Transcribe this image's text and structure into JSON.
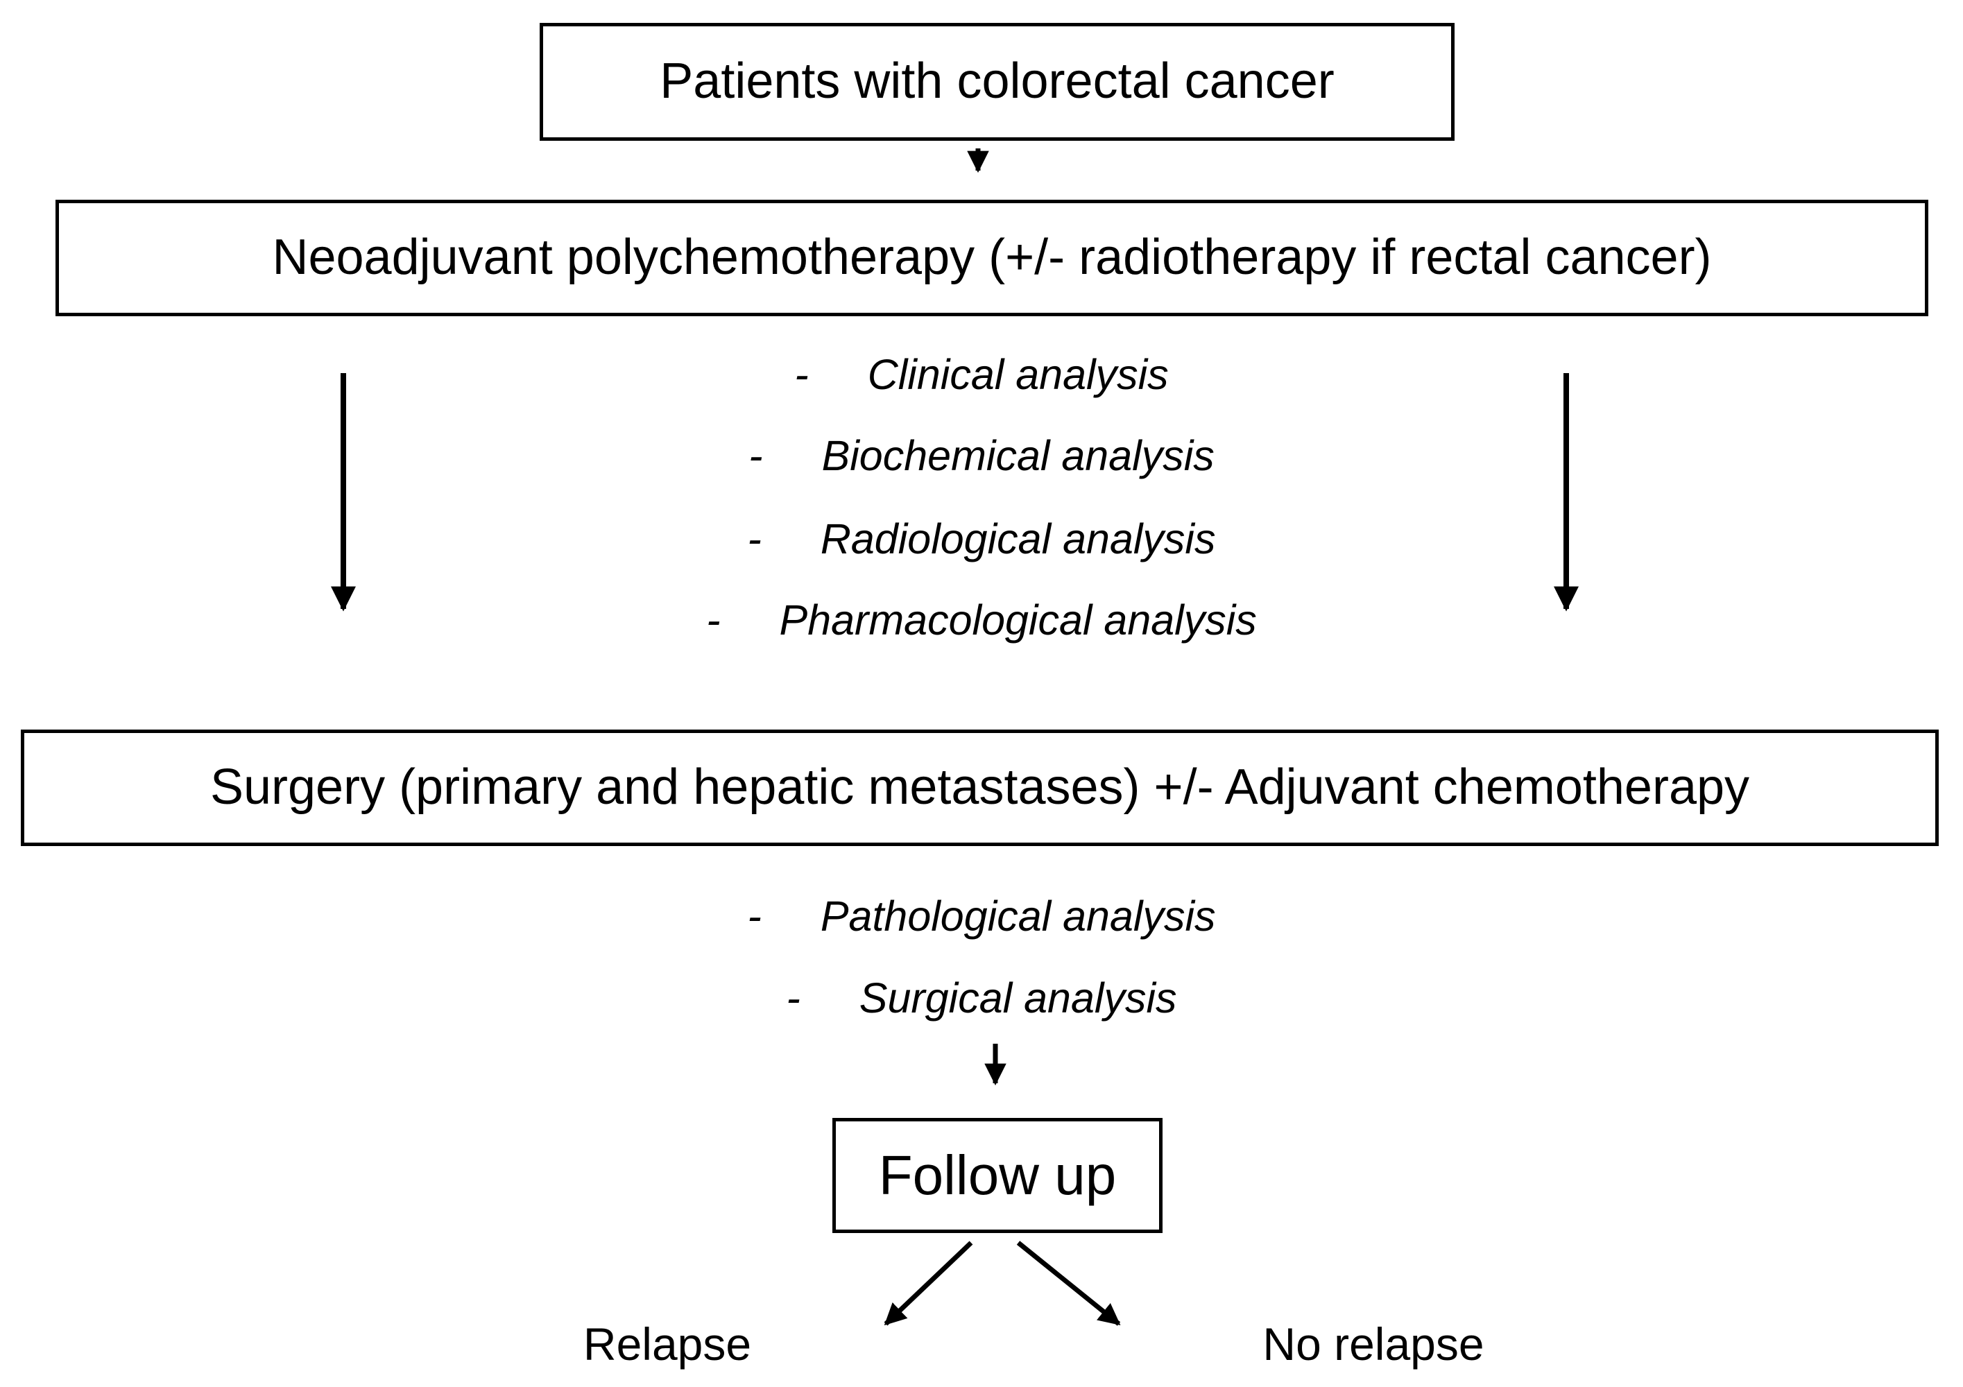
{
  "flowchart": {
    "nodes": [
      {
        "id": "patients",
        "label": "Patients with colorectal cancer"
      },
      {
        "id": "neoadjuvant",
        "label": "Neoadjuvant polychemotherapy (+/- radiotherapy if rectal cancer)"
      },
      {
        "id": "surgery",
        "label": "Surgery (primary and hepatic metastases) +/- Adjuvant chemotherapy"
      },
      {
        "id": "followup",
        "label": "Follow up"
      }
    ],
    "bullet_char": "-",
    "analyses_pre_surgery": [
      "Clinical analysis",
      "Biochemical analysis",
      "Radiological analysis",
      "Pharmacological analysis"
    ],
    "analyses_post_surgery": [
      "Pathological analysis",
      "Surgical analysis"
    ],
    "outcomes": {
      "relapse": "Relapse",
      "no_relapse": "No relapse"
    }
  },
  "colors": {
    "ink": "#000000",
    "background": "#ffffff"
  }
}
